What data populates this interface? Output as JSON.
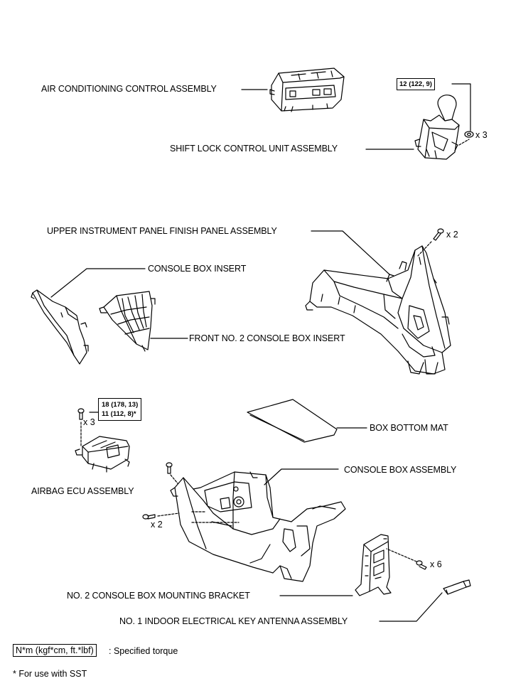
{
  "labels": {
    "ac": "AIR CONDITIONING CONTROL ASSEMBLY",
    "shift": "SHIFT LOCK CONTROL UNIT ASSEMBLY",
    "upper": "UPPER INSTRUMENT PANEL FINISH PANEL ASSEMBLY",
    "insert": "CONSOLE BOX INSERT",
    "front2": "FRONT NO. 2 CONSOLE BOX INSERT",
    "mat": "BOX BOTTOM MAT",
    "console": "CONSOLE BOX ASSEMBLY",
    "airbag": "AIRBAG ECU ASSEMBLY",
    "bracket": "NO. 2 CONSOLE BOX MOUNTING BRACKET",
    "antenna": "NO. 1 INDOOR ELECTRICAL KEY ANTENNA ASSEMBLY"
  },
  "torque": {
    "shift": "12 (122, 9)",
    "airbag_a": "18 (178, 13)",
    "airbag_b": "11 (112, 8)*"
  },
  "counts": {
    "shift_nuts": "x 3",
    "upper_screws": "x 2",
    "airbag_bolts": "x 3",
    "console_screws": "x 2",
    "bracket_screws": "x 6"
  },
  "legend": {
    "box": "N*m (kgf*cm, ft.*lbf)",
    "text": ": Specified torque",
    "note": "* For use with SST"
  }
}
